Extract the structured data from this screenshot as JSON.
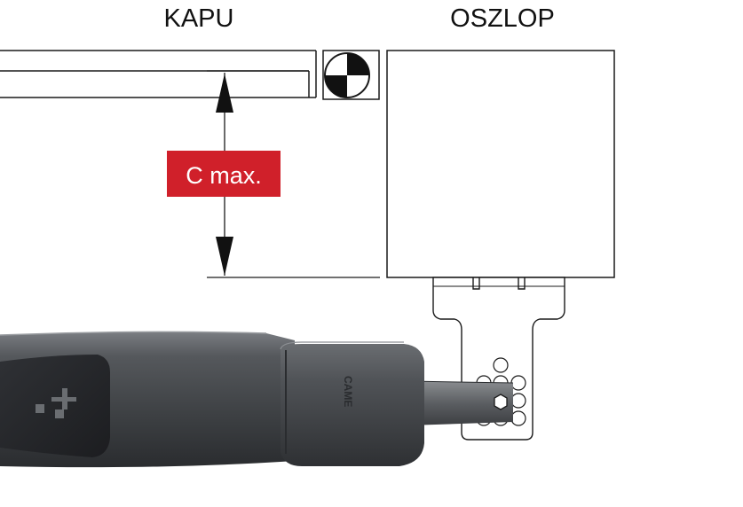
{
  "labels": {
    "gate": "KAPU",
    "post": "OSZLOP",
    "dimension": "C max."
  },
  "motor": {
    "brand": "CAME"
  },
  "colors": {
    "line": "#1a1a1a",
    "badge": "#d0202a",
    "badge_text": "#ffffff",
    "motor_body": "#4a4d51",
    "motor_dark": "#2b2d30",
    "arm": "#5a5d61"
  }
}
